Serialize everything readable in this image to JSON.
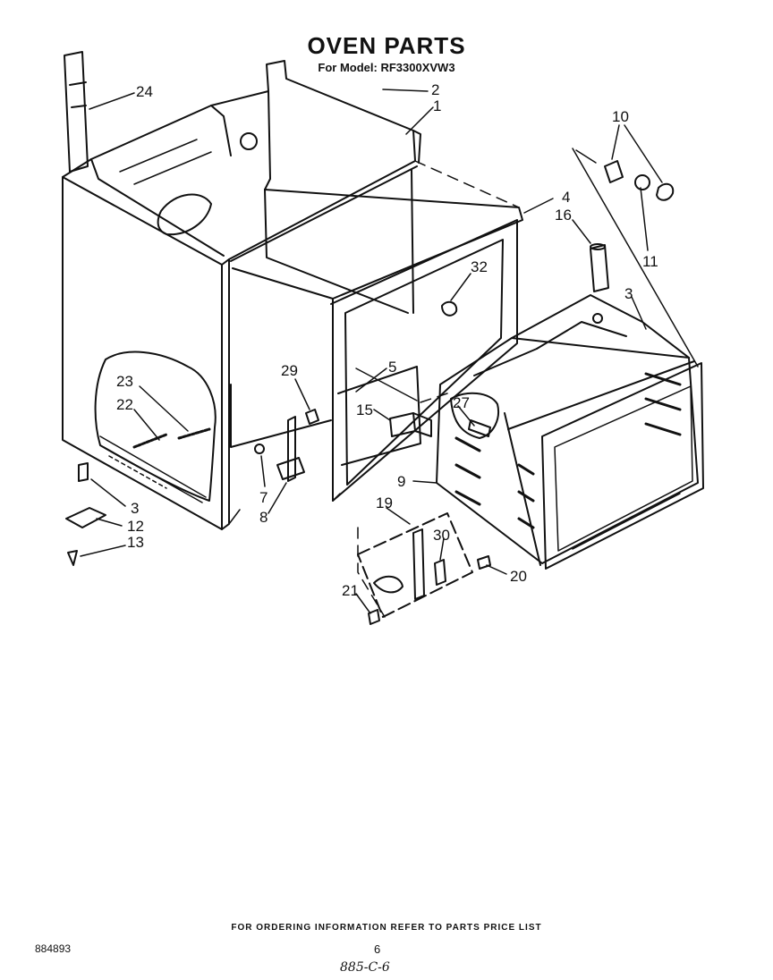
{
  "header": {
    "title": "OVEN PARTS",
    "model_line": "For Model: RF3300XVW3"
  },
  "callouts": [
    "24",
    "2",
    "1",
    "10",
    "4",
    "16",
    "11",
    "32",
    "3",
    "23",
    "22",
    "29",
    "5",
    "15",
    "27",
    "9",
    "19",
    "30",
    "7",
    "8",
    "3",
    "12",
    "13",
    "20",
    "21"
  ],
  "footer": {
    "ordering_note": "FOR ORDERING INFORMATION REFER TO PARTS PRICE LIST",
    "doc_number": "884893",
    "page_number": "6",
    "handwritten_note": "885-C-6"
  }
}
